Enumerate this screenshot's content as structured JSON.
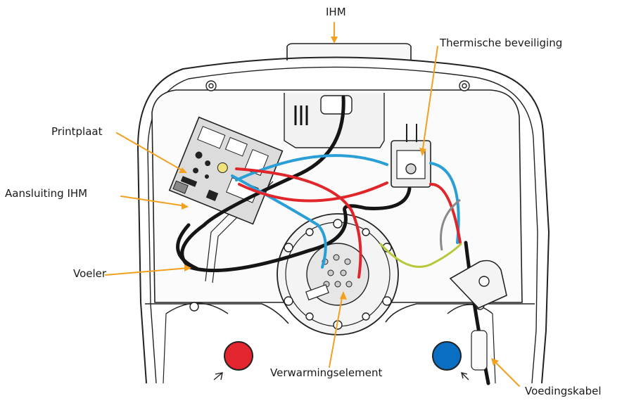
{
  "labels": {
    "ihm": "IHM",
    "thermal": "Thermische beveiliging",
    "pcb": "Printplaat",
    "ihm_connection": "Aansluiting  IHM",
    "sensor": "Voeler",
    "heating_element": "Verwarmingselement",
    "power_cable": "Voedingskabel"
  },
  "colors": {
    "leader": "#f2a020",
    "outline": "#222222",
    "wire_black": "#151515",
    "wire_blue": "#2a9fd6",
    "wire_red": "#e0262b",
    "wire_green_yellow": "#b8c83a",
    "wire_grey": "#8a8a8a",
    "outlet_hot": "#e3262d",
    "outlet_cold": "#0a6fc2",
    "pcb": "#d9d9d9"
  }
}
